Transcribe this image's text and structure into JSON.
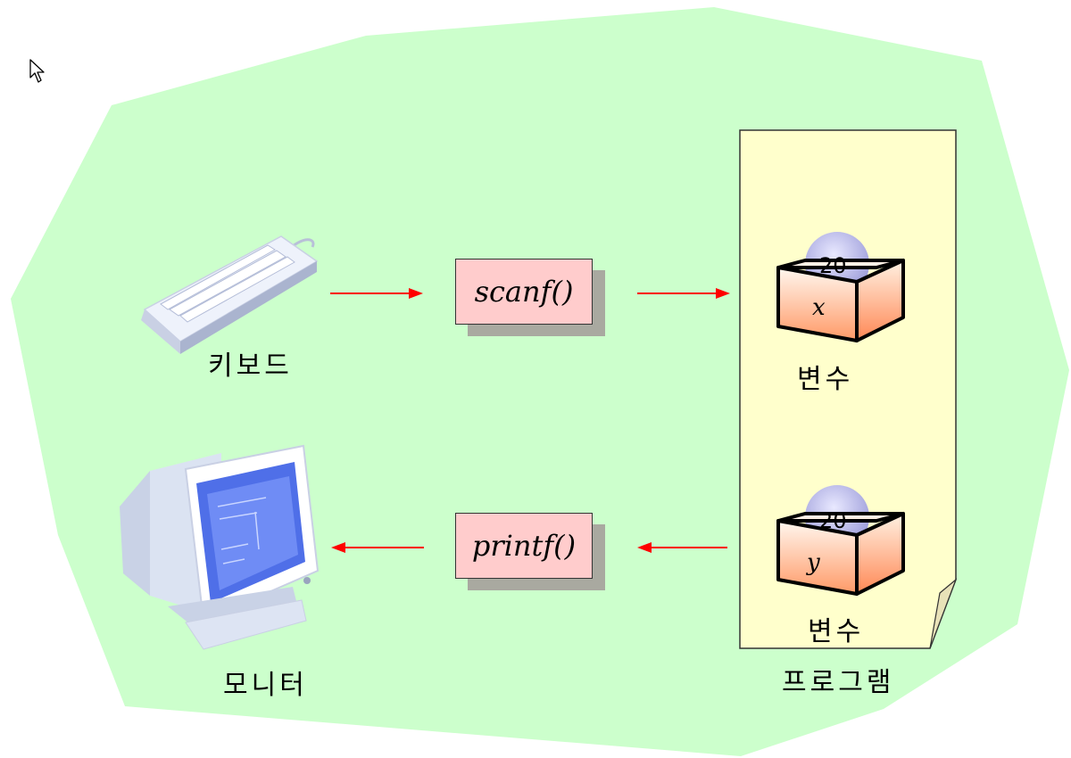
{
  "labels": {
    "keyboard": "키보드",
    "monitor": "모니터",
    "program": "프로그램",
    "var_top": "변수",
    "var_bottom": "변수"
  },
  "functions": {
    "input": "scanf()",
    "output": "printf()"
  },
  "variables": [
    {
      "name": "x",
      "value": "20"
    },
    {
      "name": "y",
      "value": "20"
    }
  ],
  "colors": {
    "background_blob": "#ccffcc",
    "paper": "#ffffcc",
    "function_box": "#ffcccc",
    "arrow": "#ff0000",
    "box_top": "#fff3e8",
    "box_front": "#ff9966",
    "ball": "#b9b9ee"
  },
  "icons": [
    "mouse-cursor-icon",
    "keyboard-icon",
    "monitor-icon",
    "variable-box-icon"
  ]
}
